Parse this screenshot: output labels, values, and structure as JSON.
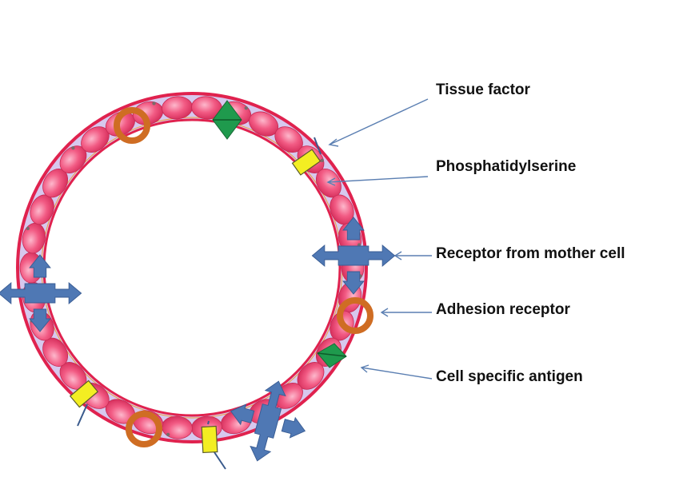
{
  "labels": {
    "tissue_factor": "Tissue factor",
    "phosphatidylserine": "Phosphatidylserine",
    "receptor_mother_cell": "Receptor from mother cell",
    "adhesion_receptor": "Adhesion receptor",
    "cell_specific_antigen": "Cell specific antigen"
  },
  "colors": {
    "membrane_outer": "#e0224e",
    "membrane_fill": "#d7c8ee",
    "lipid_fill": "#f25b84",
    "lipid_highlight": "#fdb8cc",
    "receptor_blue": "#4f78b4",
    "adhesion_orange": "#cf6d23",
    "antigen_green": "#1f9a4d",
    "phosphatidylserine_yellow": "#f3ee22",
    "leader_line": "#5b7fb2"
  }
}
